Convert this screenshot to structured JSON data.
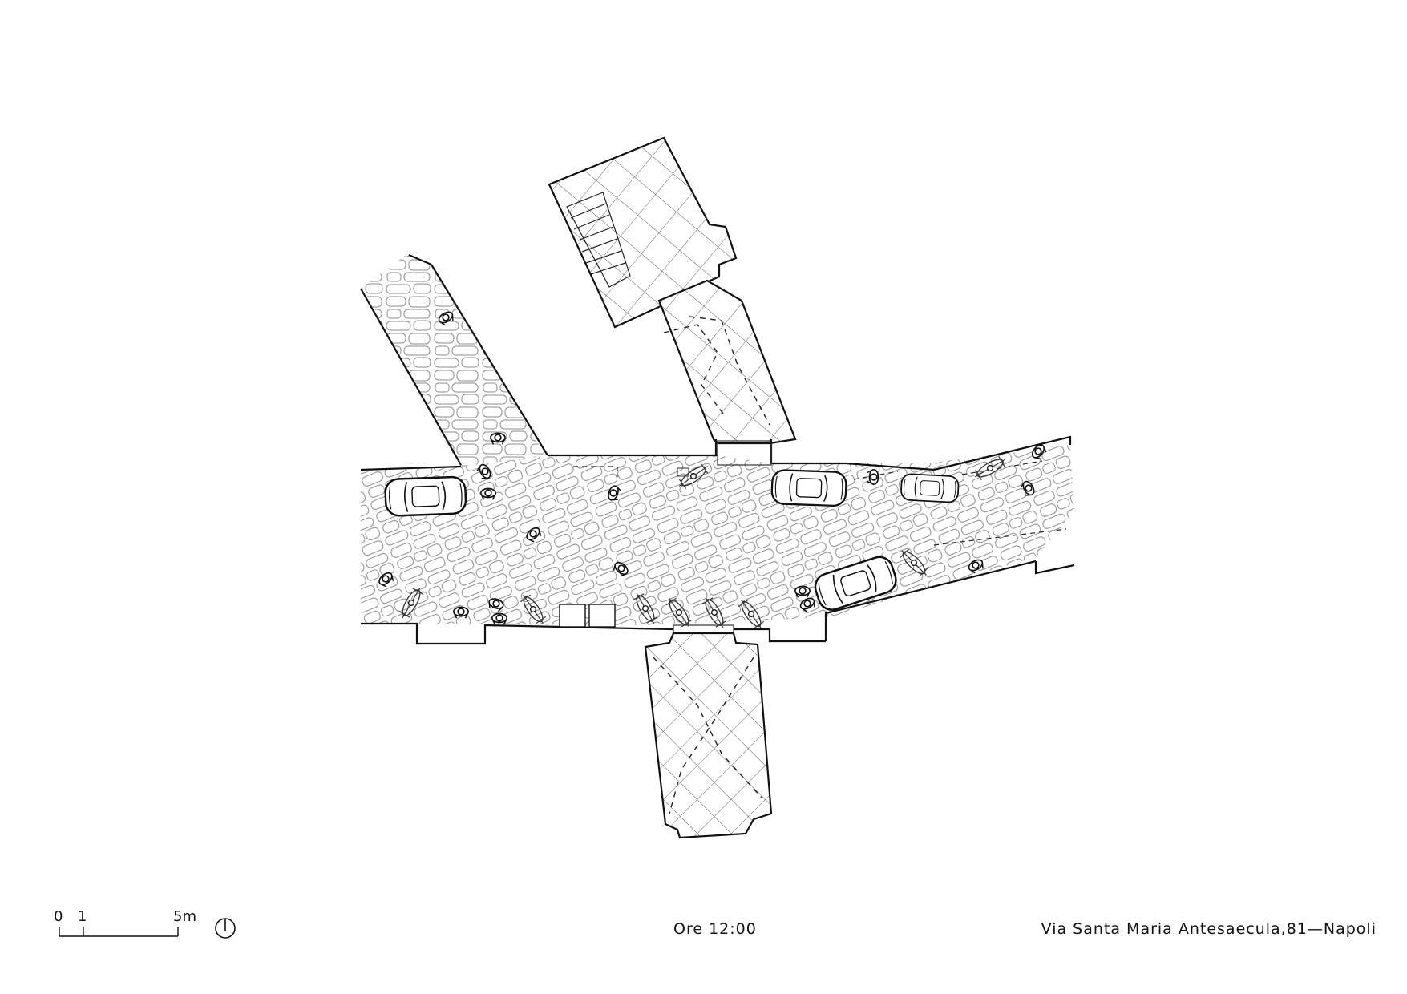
{
  "footer": {
    "time": "Ore 12:00",
    "address": "Via Santa Maria Antesaecula,81—Napoli"
  },
  "scale_bar": {
    "tick_0": "0",
    "tick_1": "1",
    "tick_5": "5m"
  },
  "icons": {
    "north": "north-arrow-icon",
    "car": "car-icon",
    "person": "pedestrian-icon",
    "scooter": "scooter-icon"
  },
  "colors": {
    "ink": "#111111",
    "paving_stroke": "#9a9a9a",
    "background": "#ffffff"
  }
}
